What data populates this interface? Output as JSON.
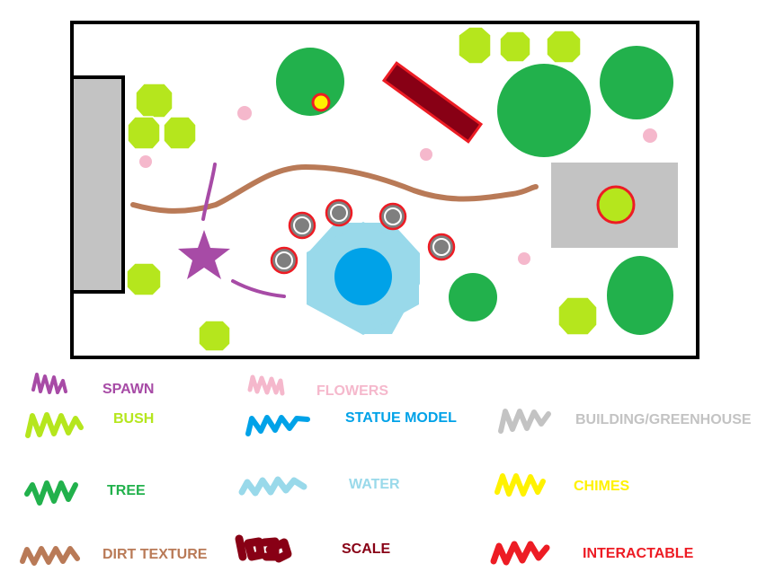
{
  "legend": [
    {
      "key": "spawn",
      "label": "SPAWN",
      "color": "#a74ba6"
    },
    {
      "key": "flowers",
      "label": "FLOWERS",
      "color": "#f5b8cc"
    },
    {
      "key": "bush",
      "label": "BUSH",
      "color": "#b5e61d"
    },
    {
      "key": "statue",
      "label": "STATUE MODEL",
      "color": "#00a2e8"
    },
    {
      "key": "building",
      "label": "BUILDING/GREENHOUSE",
      "color": "#c3c3c3"
    },
    {
      "key": "tree",
      "label": "TREE",
      "color": "#22b14c"
    },
    {
      "key": "water",
      "label": "WATER",
      "color": "#99d9ea"
    },
    {
      "key": "chimes",
      "label": "CHIMES",
      "color": "#fff200"
    },
    {
      "key": "dirt",
      "label": "DIRT TEXTURE",
      "color": "#b97a57"
    },
    {
      "key": "scale",
      "label": "SCALE",
      "color": "#880015"
    },
    {
      "key": "interact",
      "label": "INTERACTABLE",
      "color": "#ed1c24"
    }
  ],
  "colors": {
    "border": "#000000",
    "background": "#ffffff"
  }
}
